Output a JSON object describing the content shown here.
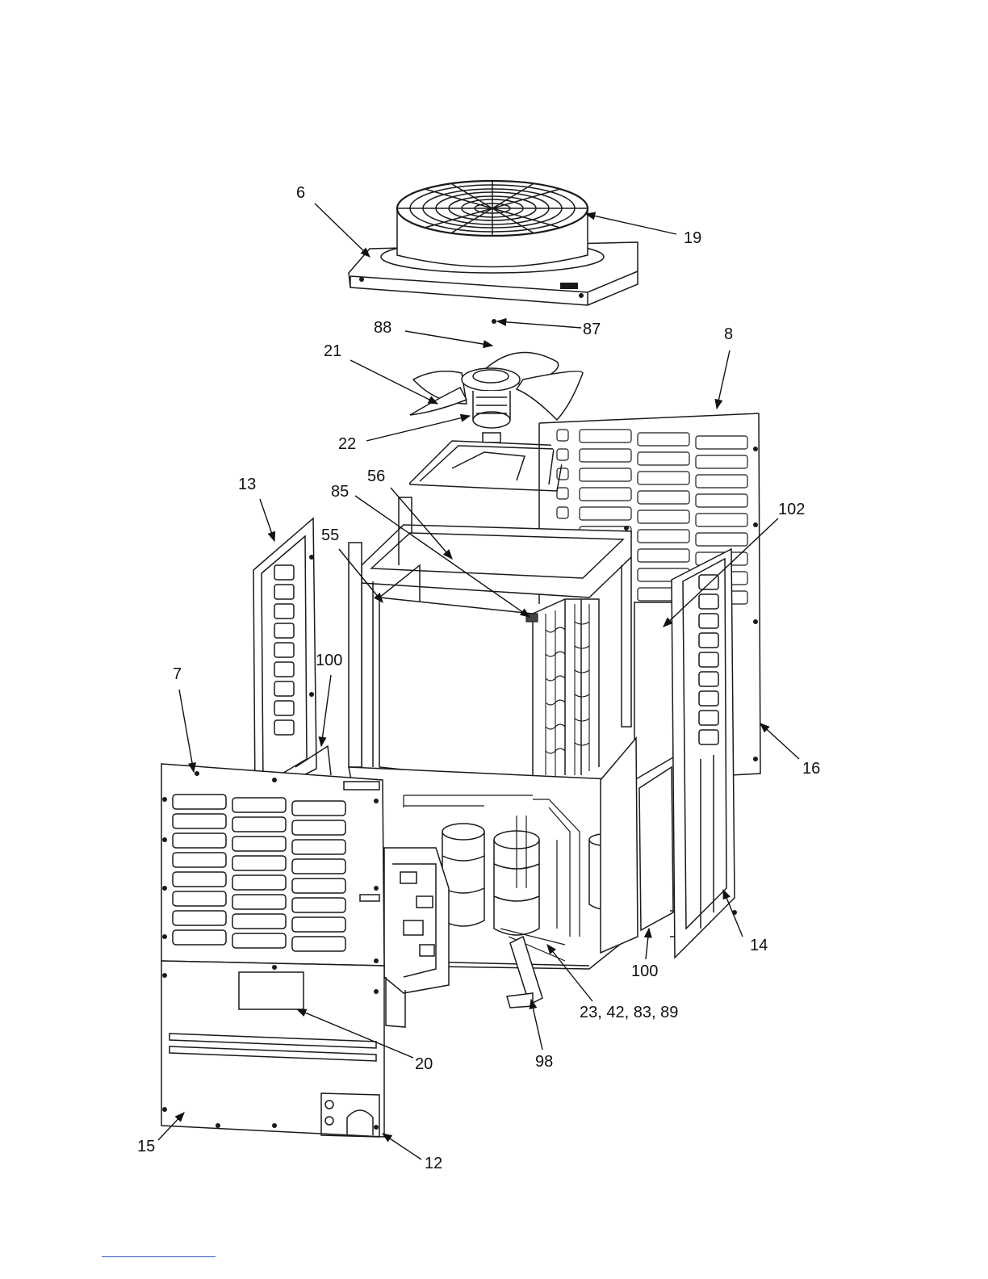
{
  "callouts": {
    "c6": "6",
    "c19": "19",
    "c88": "88",
    "c87": "87",
    "c8": "8",
    "c21": "21",
    "c22": "22",
    "c13": "13",
    "c56": "56",
    "c85": "85",
    "c55": "55",
    "c102": "102",
    "c100a": "100",
    "c7": "7",
    "c16": "16",
    "c14": "14",
    "c100b": "100",
    "c23": "23, 42, 83, 89",
    "c20": "20",
    "c98": "98",
    "c15": "15",
    "c12": "12"
  }
}
